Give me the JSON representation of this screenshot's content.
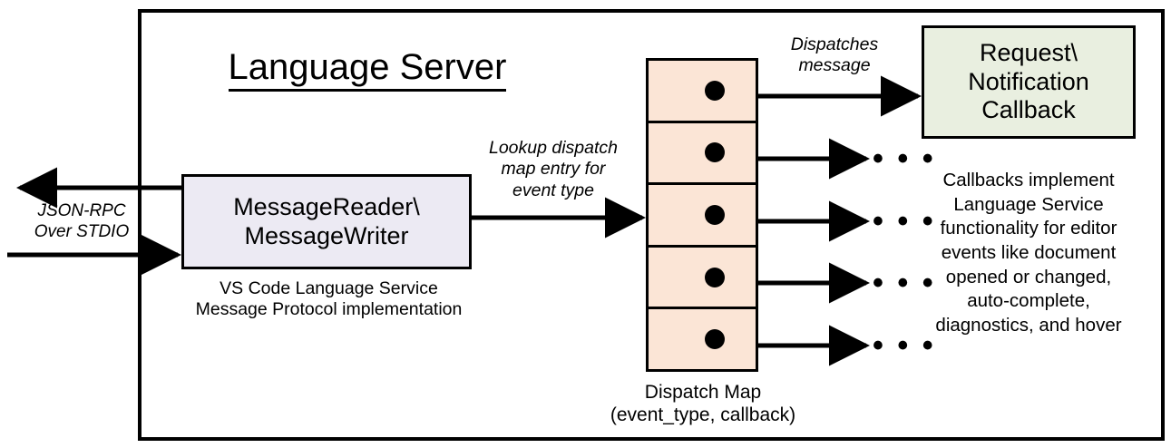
{
  "diagram": {
    "title": "Language Server",
    "frame_label": "language-server-boundary"
  },
  "external_io": {
    "label": "JSON-RPC\nOver STDIO",
    "outbound_arrow": "arrow-left-out",
    "inbound_arrow": "arrow-right-in"
  },
  "message_node": {
    "title": "MessageReader\\\nMessageWriter",
    "caption": "VS Code Language Service\nMessage Protocol implementation",
    "fill": "#ECEAF3"
  },
  "lookup_edge": {
    "label": "Lookup dispatch\nmap entry for\nevent type"
  },
  "dispatch_map": {
    "caption": "Dispatch Map\n(event_type, callback)",
    "fill": "#FBE5D6",
    "rows": [
      {
        "index": 1,
        "connector": "dot"
      },
      {
        "index": 2,
        "connector": "dot"
      },
      {
        "index": 3,
        "connector": "dot"
      },
      {
        "index": 4,
        "connector": "dot"
      },
      {
        "index": 5,
        "connector": "dot"
      }
    ]
  },
  "dispatch_edge": {
    "label": "Dispatches\nmessage"
  },
  "callback_node": {
    "title": "Request\\\nNotification\nCallback",
    "fill": "#E9EFE0",
    "description": "Callbacks implement\nLanguage Service\nfunctionality for editor\nevents like document\nopened or changed,\nauto-complete,\ndiagnostics, and hover"
  },
  "continuation_markers": {
    "glyph": "• • •",
    "count": 4
  },
  "colors": {
    "stroke": "#000000",
    "background": "#FFFFFF",
    "message_fill": "#ECEAF3",
    "dispatch_fill": "#FBE5D6",
    "callback_fill": "#E9EFE0"
  }
}
